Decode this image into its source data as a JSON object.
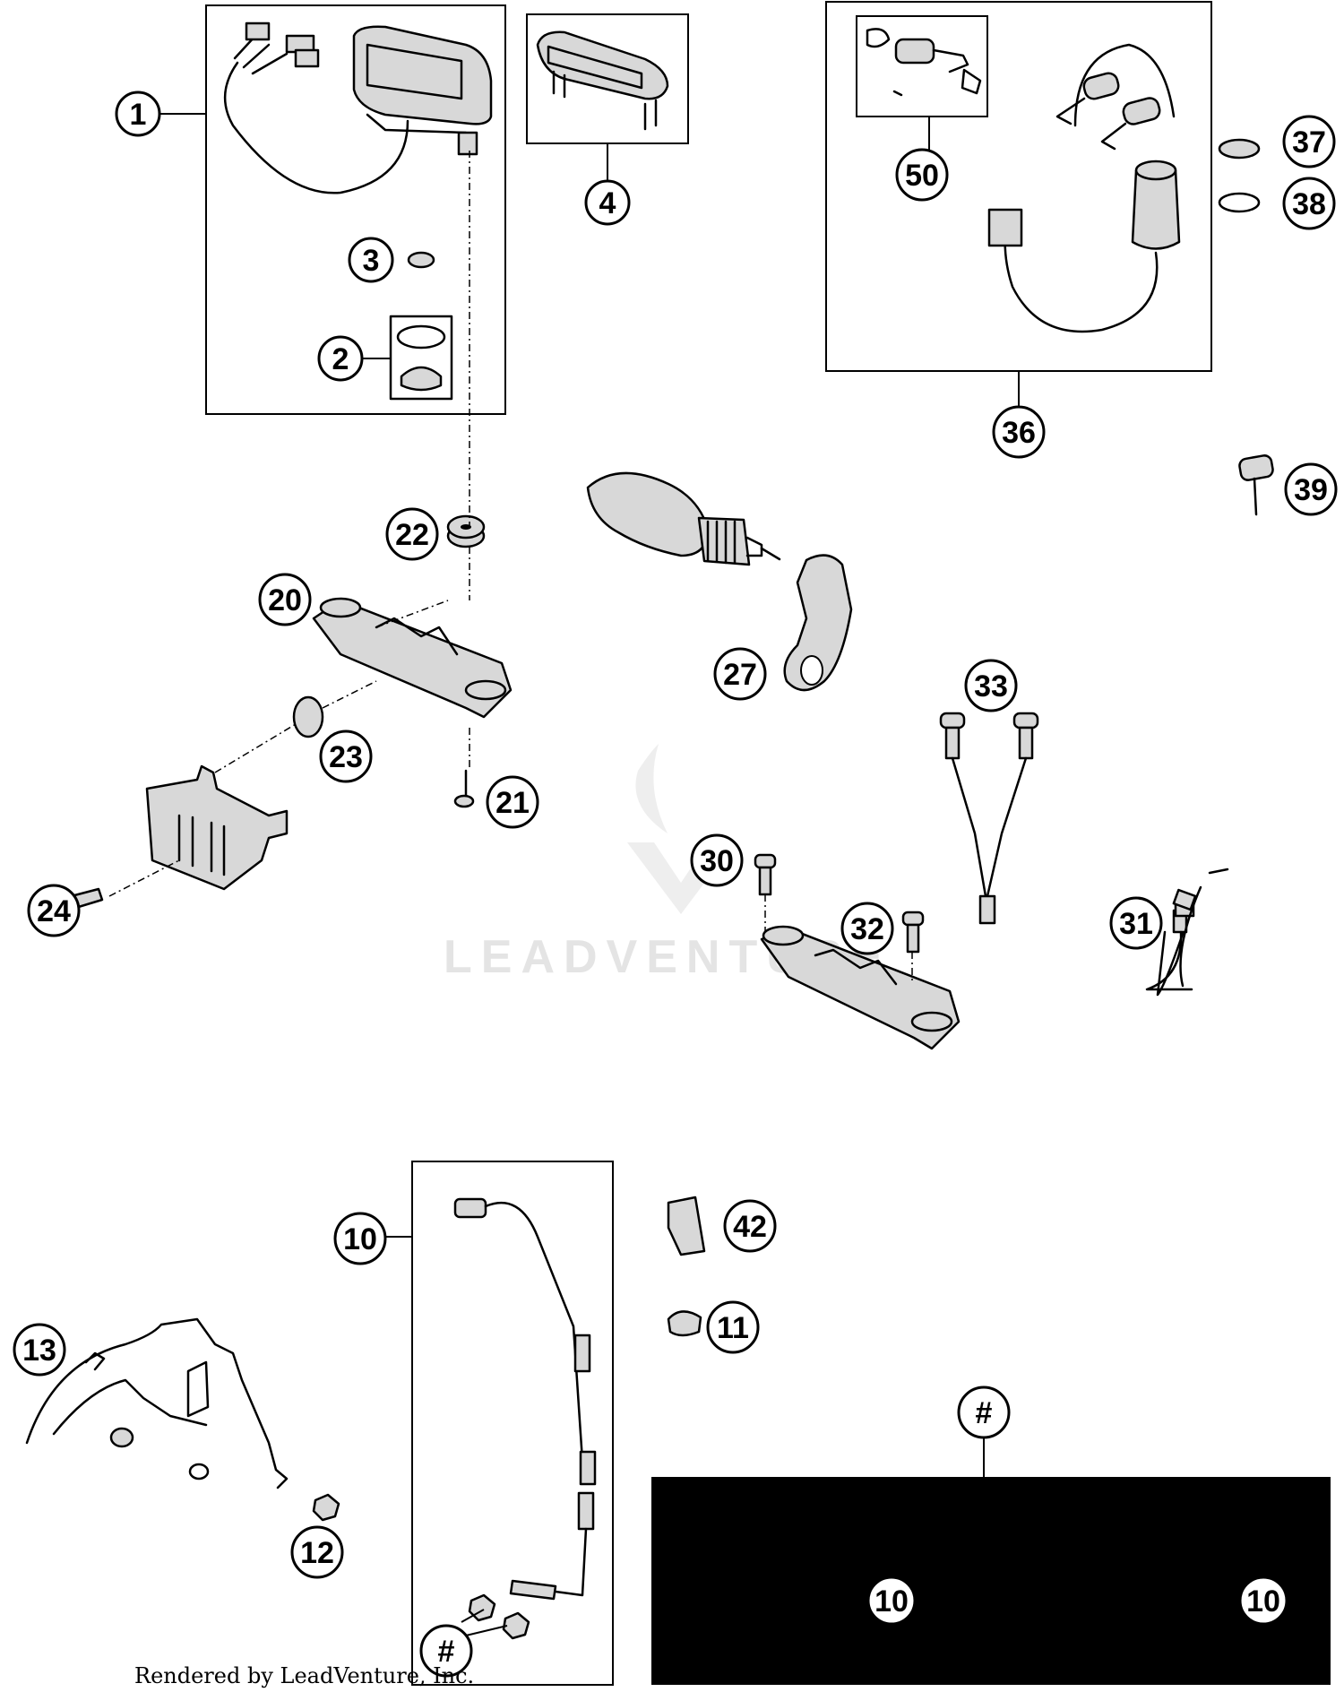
{
  "callouts": {
    "c1": "1",
    "c2": "2",
    "c3": "3",
    "c4": "4",
    "c50": "50",
    "c36": "36",
    "c37": "37",
    "c38": "38",
    "c39": "39",
    "c22": "22",
    "c20": "20",
    "c27": "27",
    "c33": "33",
    "c23": "23",
    "c21": "21",
    "c24": "24",
    "c30": "30",
    "c32": "32",
    "c31": "31",
    "c10a": "10",
    "c42": "42",
    "c11": "11",
    "c13": "13",
    "c12": "12",
    "c_hash_a": "#",
    "c_hash_b": "#",
    "c10b": "10",
    "c10c": "10"
  },
  "watermark": "LEADVENTURE",
  "credit": "Rendered by LeadVenture, Inc."
}
